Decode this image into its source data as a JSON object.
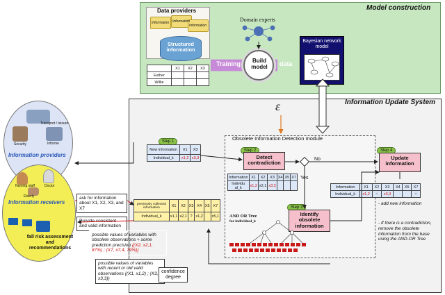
{
  "model": {
    "title": "Model construction",
    "data_providers": "Data providers",
    "structured_info": "Structured information",
    "folder_labels": [
      "Information",
      "Information",
      "Information"
    ],
    "domain_experts": "Domain experts",
    "training": "Training",
    "build_model": "Build model",
    "data": "data",
    "bayes": "Bayesian network model",
    "mini_headers": [
      "",
      "X1",
      "X2",
      "X3"
    ],
    "mini_rows": [
      "Esther",
      "Willie"
    ]
  },
  "ius": {
    "title": "Information Update System",
    "epsilon": "ε",
    "oidm_title": "Obsolete Information Detection module",
    "step1": "Step 1",
    "step2": "Step 2",
    "step3": "Step 3",
    "step4": "Step 4",
    "new_info_table": {
      "header": [
        "New information",
        "X1",
        "X3"
      ],
      "row": [
        "Individual_k",
        "x1,2",
        "x3,3"
      ]
    },
    "detect": "Detect contradiction",
    "no": "No",
    "yes": "Yes",
    "update": "Update information",
    "identify": "Identify obsolete information",
    "info_table": {
      "header": [
        "Information",
        "X1",
        "X2",
        "X3",
        "X4",
        "X5",
        "X7"
      ],
      "row": [
        "Individu al_k",
        "x1,2",
        "x2,1",
        "x3,3",
        "",
        "",
        ""
      ]
    },
    "upd_table": {
      "header": [
        "Information",
        "X1",
        "X2",
        "X3",
        "X4",
        "X5",
        "X7"
      ],
      "row": [
        "Individual_k",
        "x1,2",
        "",
        "x3,3",
        "",
        "",
        ""
      ]
    },
    "and_or_title": "AND OR Tree",
    "and_or_sub": "for individual_k",
    "prev_table": {
      "header": [
        "previously collected information",
        "X1",
        "X2",
        "X3",
        "X4",
        "X5",
        "X7"
      ],
      "row": [
        "Individual_k",
        "x1,1",
        "x2,1",
        "?",
        "x1,2",
        "",
        "x5,1"
      ]
    },
    "update_note": [
      "- add new information",
      "- If there is a contradiction, remove the obsolete information from the base using the AND-OR Tree"
    ]
  },
  "left": {
    "providers_label": "Information providers",
    "provider_items": [
      "Transport / leisure",
      "Security",
      "Informe"
    ],
    "receivers_label": "Information receivers",
    "receiver_items": [
      "Nursing staff",
      "Doctor",
      "Elderly"
    ],
    "fall_risk": "fall risk assessment and recommendations",
    "ask": "ask for information about X1, X2, X3, and X7",
    "provide": "Provide consistent and valid information"
  },
  "notes": {
    "obsolete_plain": "possible values of variables with obsolete observations + some prediction precision",
    "obsolete_values": "{(X2, x2,1, 87%) ; (X7, x7,4, 79%)}",
    "valid_plain": "possible values of variables with recent or old valid observations",
    "valid_values": "{(X1, x1,2) ; (X3, x3,3)}",
    "confidence": "confidence degree"
  },
  "colors": {
    "model_bg": "#c6e7c0",
    "step_green": "#8bc34a",
    "pink": "#f5c0cb",
    "receivers_yellow": "#f3ee56",
    "providers_blue": "#dce4f6",
    "bayes_navy": "#12106e",
    "training_purple": "#c78ad8",
    "obsolete_red": "#d01010",
    "epsilon_orange": "#e07a1f"
  }
}
